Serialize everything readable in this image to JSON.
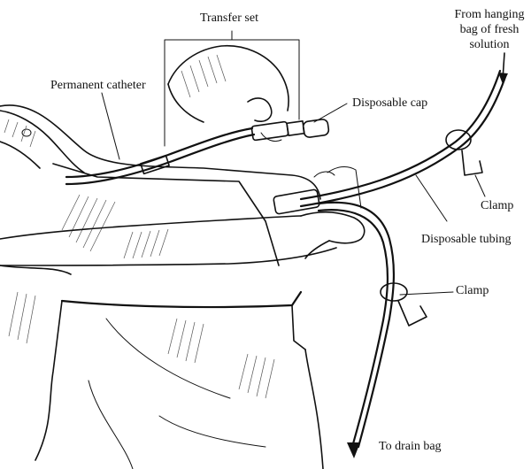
{
  "labels": {
    "transfer_set": "Transfer set",
    "from_hanging_line1": "From hanging",
    "from_hanging_line2": "bag of fresh",
    "from_hanging_line3": "solution",
    "permanent_catheter": "Permanent catheter",
    "disposable_cap": "Disposable cap",
    "clamp_upper": "Clamp",
    "disposable_tubing": "Disposable tubing",
    "clamp_lower": "Clamp",
    "to_drain_bag": "To drain bag"
  },
  "colors": {
    "ink": "#111111",
    "background": "#ffffff",
    "shading": "#555555"
  }
}
